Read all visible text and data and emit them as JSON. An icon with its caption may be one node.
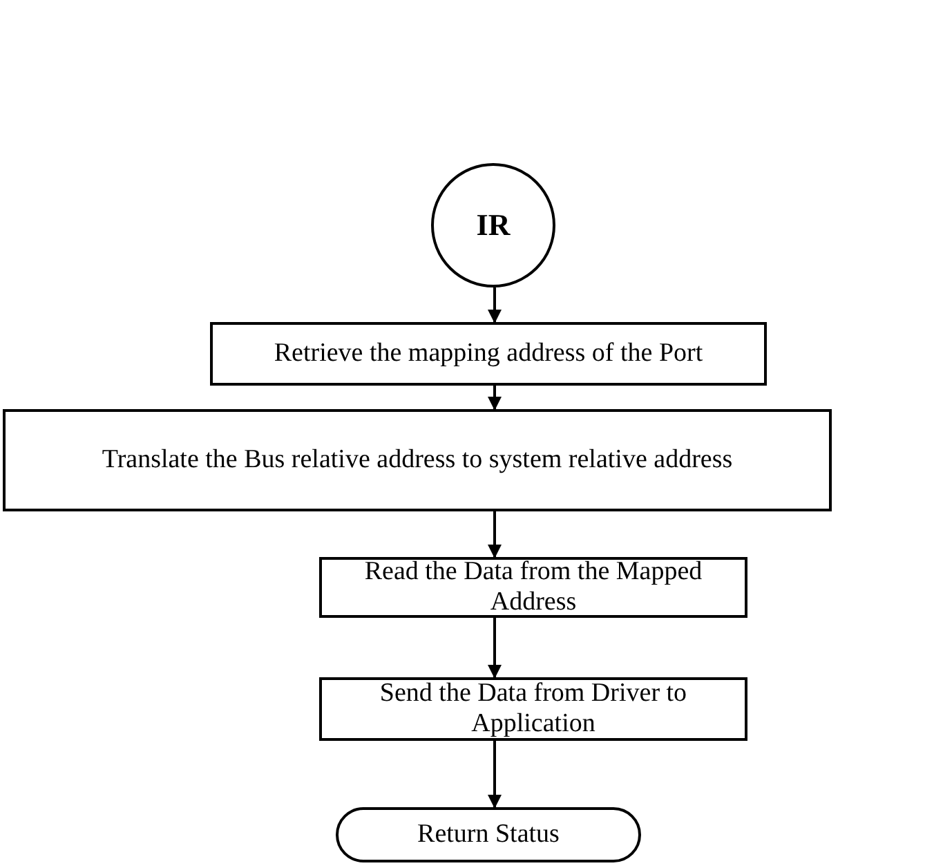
{
  "diagram": {
    "nodes": [
      {
        "text": [
          "IR"
        ]
      },
      {
        "text": [
          "Retrieve the mapping address of the Port"
        ]
      },
      {
        "text": [
          "Translate the Bus relative address to system relative address"
        ]
      },
      {
        "text": [
          "Read the Data from the Mapped Address"
        ]
      },
      {
        "text": [
          "Send the Data from Driver to Application"
        ]
      },
      {
        "text": [
          "Return Status"
        ]
      }
    ],
    "edges": [
      {
        "from": 0,
        "to": 1,
        "arrow": "to"
      },
      {
        "from": 1,
        "to": 2,
        "arrow": "to"
      },
      {
        "from": 2,
        "to": 3,
        "arrow": "to"
      },
      {
        "from": 3,
        "to": 4,
        "arrow": "to"
      },
      {
        "from": 4,
        "to": 5,
        "arrow": "to"
      }
    ]
  }
}
